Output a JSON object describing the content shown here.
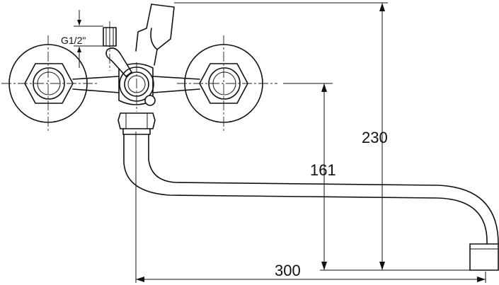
{
  "dimensions": {
    "total_height": "230",
    "spout_height": "161",
    "spout_length": "300"
  },
  "thread_label": "G1/2\""
}
